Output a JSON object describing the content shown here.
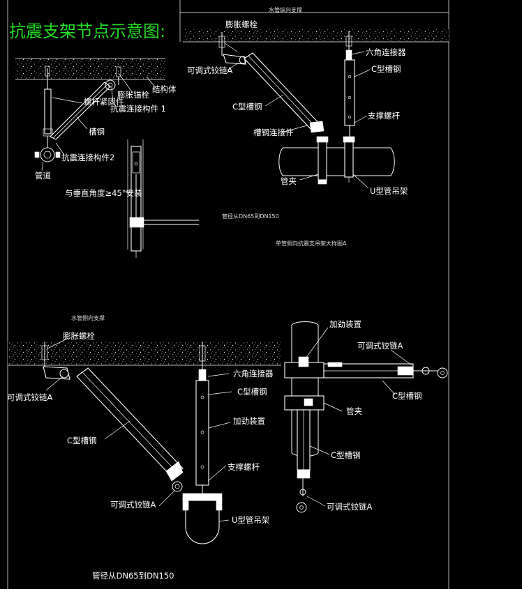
{
  "title": "抗震支架节点示意图:",
  "view1": {
    "labels": {
      "thread_rod_fixer": "螺杆紧固件",
      "expansion_anchor": "膨胀锚栓",
      "connector1": "抗震连接构件 1",
      "structure": "结构体",
      "channel": "槽钢",
      "connector2": "抗震连接构件2",
      "pipe": "管道",
      "install_angle": "与垂直角度≥45°安装"
    }
  },
  "view2": {
    "header": "水管纵向支撑",
    "caption_range": "管径从DN65到DN150",
    "caption_title": "单管侧向抗震支吊架大样图A",
    "labels": {
      "expansion_bolt": "膨胀螺栓",
      "adj_hinge": "可调式铰链A",
      "c_channel_left": "C型槽钢",
      "channel_connector": "槽钢连接件",
      "pipe_clamp": "管夹",
      "hex_connector": "六角连接器",
      "c_channel_right": "C型槽钢",
      "support_rod": "支撑螺杆",
      "u_hanger": "U型管吊架"
    }
  },
  "view3": {
    "header": "水管侧向支撑",
    "caption_range": "管径从DN65到DN150",
    "labels": {
      "expansion_bolt": "膨胀螺栓",
      "adj_hinge_left": "可调式铰链A",
      "c_channel_diag": "C型槽钢",
      "adj_hinge_bottom": "可调式铰链A",
      "hex_connector": "六角连接器",
      "c_channel_vert": "C型槽钢",
      "reinforce": "加劲装置",
      "support_rod": "支撑螺杆",
      "u_hanger": "U型管吊架"
    }
  },
  "view4": {
    "labels": {
      "reinforce": "加劲装置",
      "adj_hinge_top": "可调式铰链A",
      "c_channel_h": "C型槽钢",
      "pipe_clamp": "管夹",
      "c_channel_v": "C型槽钢",
      "adj_hinge_bottom": "可调式铰链A"
    }
  },
  "colors": {
    "background": "#000000",
    "lines": "#ffffff",
    "title": "#22dd22"
  }
}
